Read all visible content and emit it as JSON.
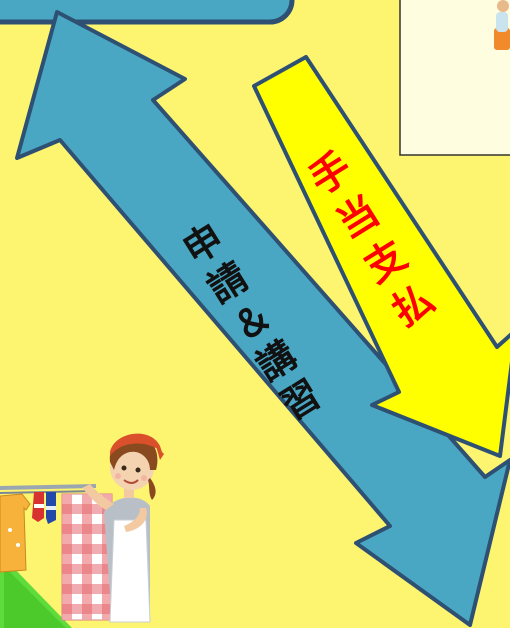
{
  "diagram": {
    "double_arrow_label": "申請＆講習",
    "single_arrow_label": "手当支払"
  },
  "colors": {
    "background": "#fdf46f",
    "double_arrow_fill": "#4aa7c4",
    "single_arrow_fill": "#ffff00",
    "single_arrow_text": "#ff0000",
    "border": "#2d5073"
  },
  "icons": [
    "person-icon",
    "laundry-illustration",
    "woman-hanging-laundry-illustration"
  ]
}
